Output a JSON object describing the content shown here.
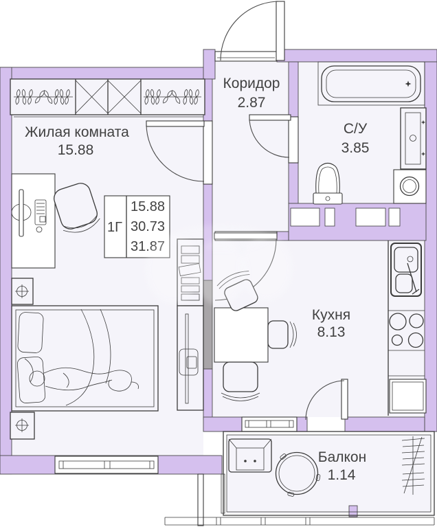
{
  "plan": {
    "unit": {
      "label": "1Г",
      "values": [
        "15.88",
        "30.73",
        "31.87"
      ]
    },
    "rooms": {
      "living": {
        "name": "Жилая комната",
        "area": "15.88"
      },
      "corridor": {
        "name": "Коридор",
        "area": "2.87"
      },
      "bathroom": {
        "name": "С/У",
        "area": "3.85"
      },
      "kitchen": {
        "name": "Кухня",
        "area": "8.13"
      },
      "balcony": {
        "name": "Балкон",
        "area": "1.14"
      }
    },
    "colors": {
      "wall": "#d5c0ee",
      "floor": "#f5f4fa",
      "gray": "#a8a5a8",
      "line": "#3a3a3a",
      "text": "#414141"
    }
  }
}
